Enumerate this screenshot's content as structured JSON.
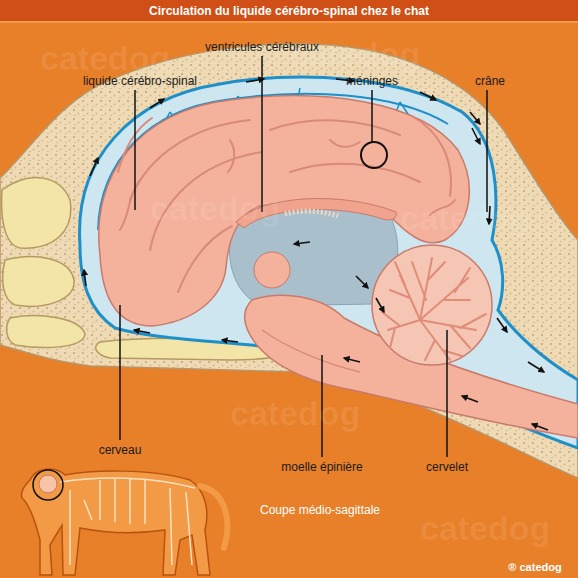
{
  "diagram": {
    "title": "Circulation du liquide cérébro-spinal chez le chat",
    "labels": [
      "ventricules cérébraux",
      "liquide cérébro-spinal",
      "méninges",
      "crâne",
      "cerveau",
      "moelle épinière",
      "cervelet",
      "Coupe médio-sagittale",
      "® catedog",
      "catedog",
      "catedog",
      "catedog",
      "catedog",
      "catedog",
      "catedog"
    ]
  }
}
